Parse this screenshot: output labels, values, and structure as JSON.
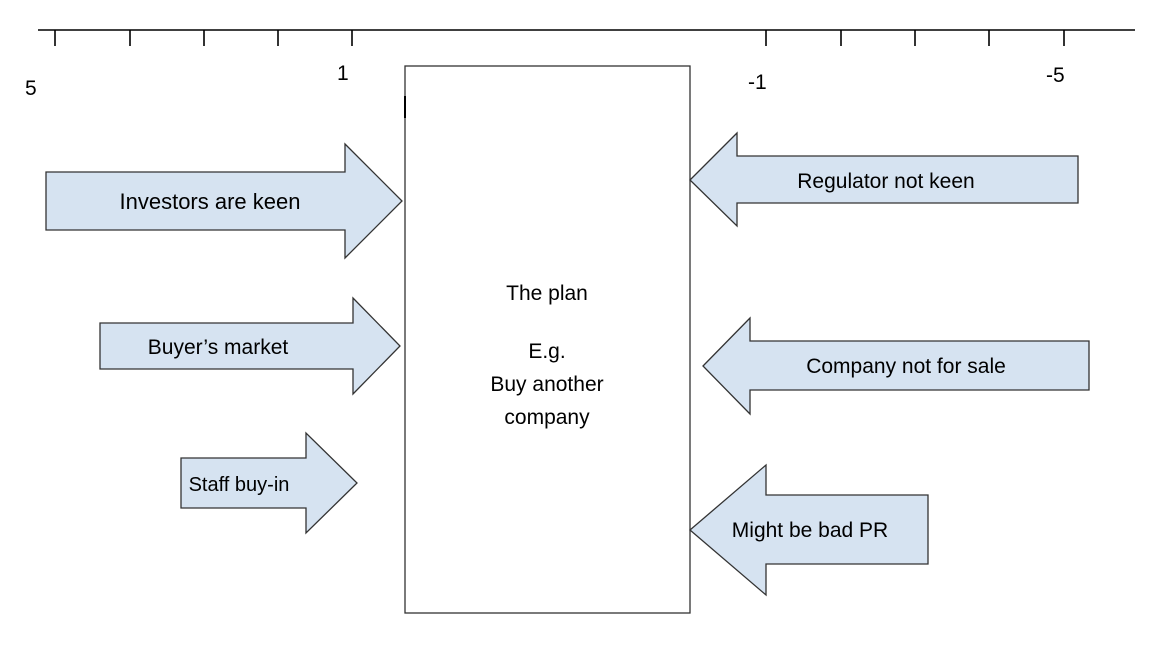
{
  "scale": {
    "labels": [
      "5",
      "1",
      "-1",
      "-5"
    ]
  },
  "plan": {
    "title": "The plan",
    "example_prefix": "E.g.",
    "example_line1": "Buy another",
    "example_line2": "company"
  },
  "forces_for": [
    {
      "label": "Investors are keen"
    },
    {
      "label": "Buyer’s market"
    },
    {
      "label": "Staff buy-in"
    }
  ],
  "forces_against": [
    {
      "label": "Regulator not keen"
    },
    {
      "label": "Company not for sale"
    },
    {
      "label": "Might be bad PR"
    }
  ],
  "colors": {
    "arrow_fill": "#d6e3f1",
    "arrow_stroke": "#333333"
  }
}
